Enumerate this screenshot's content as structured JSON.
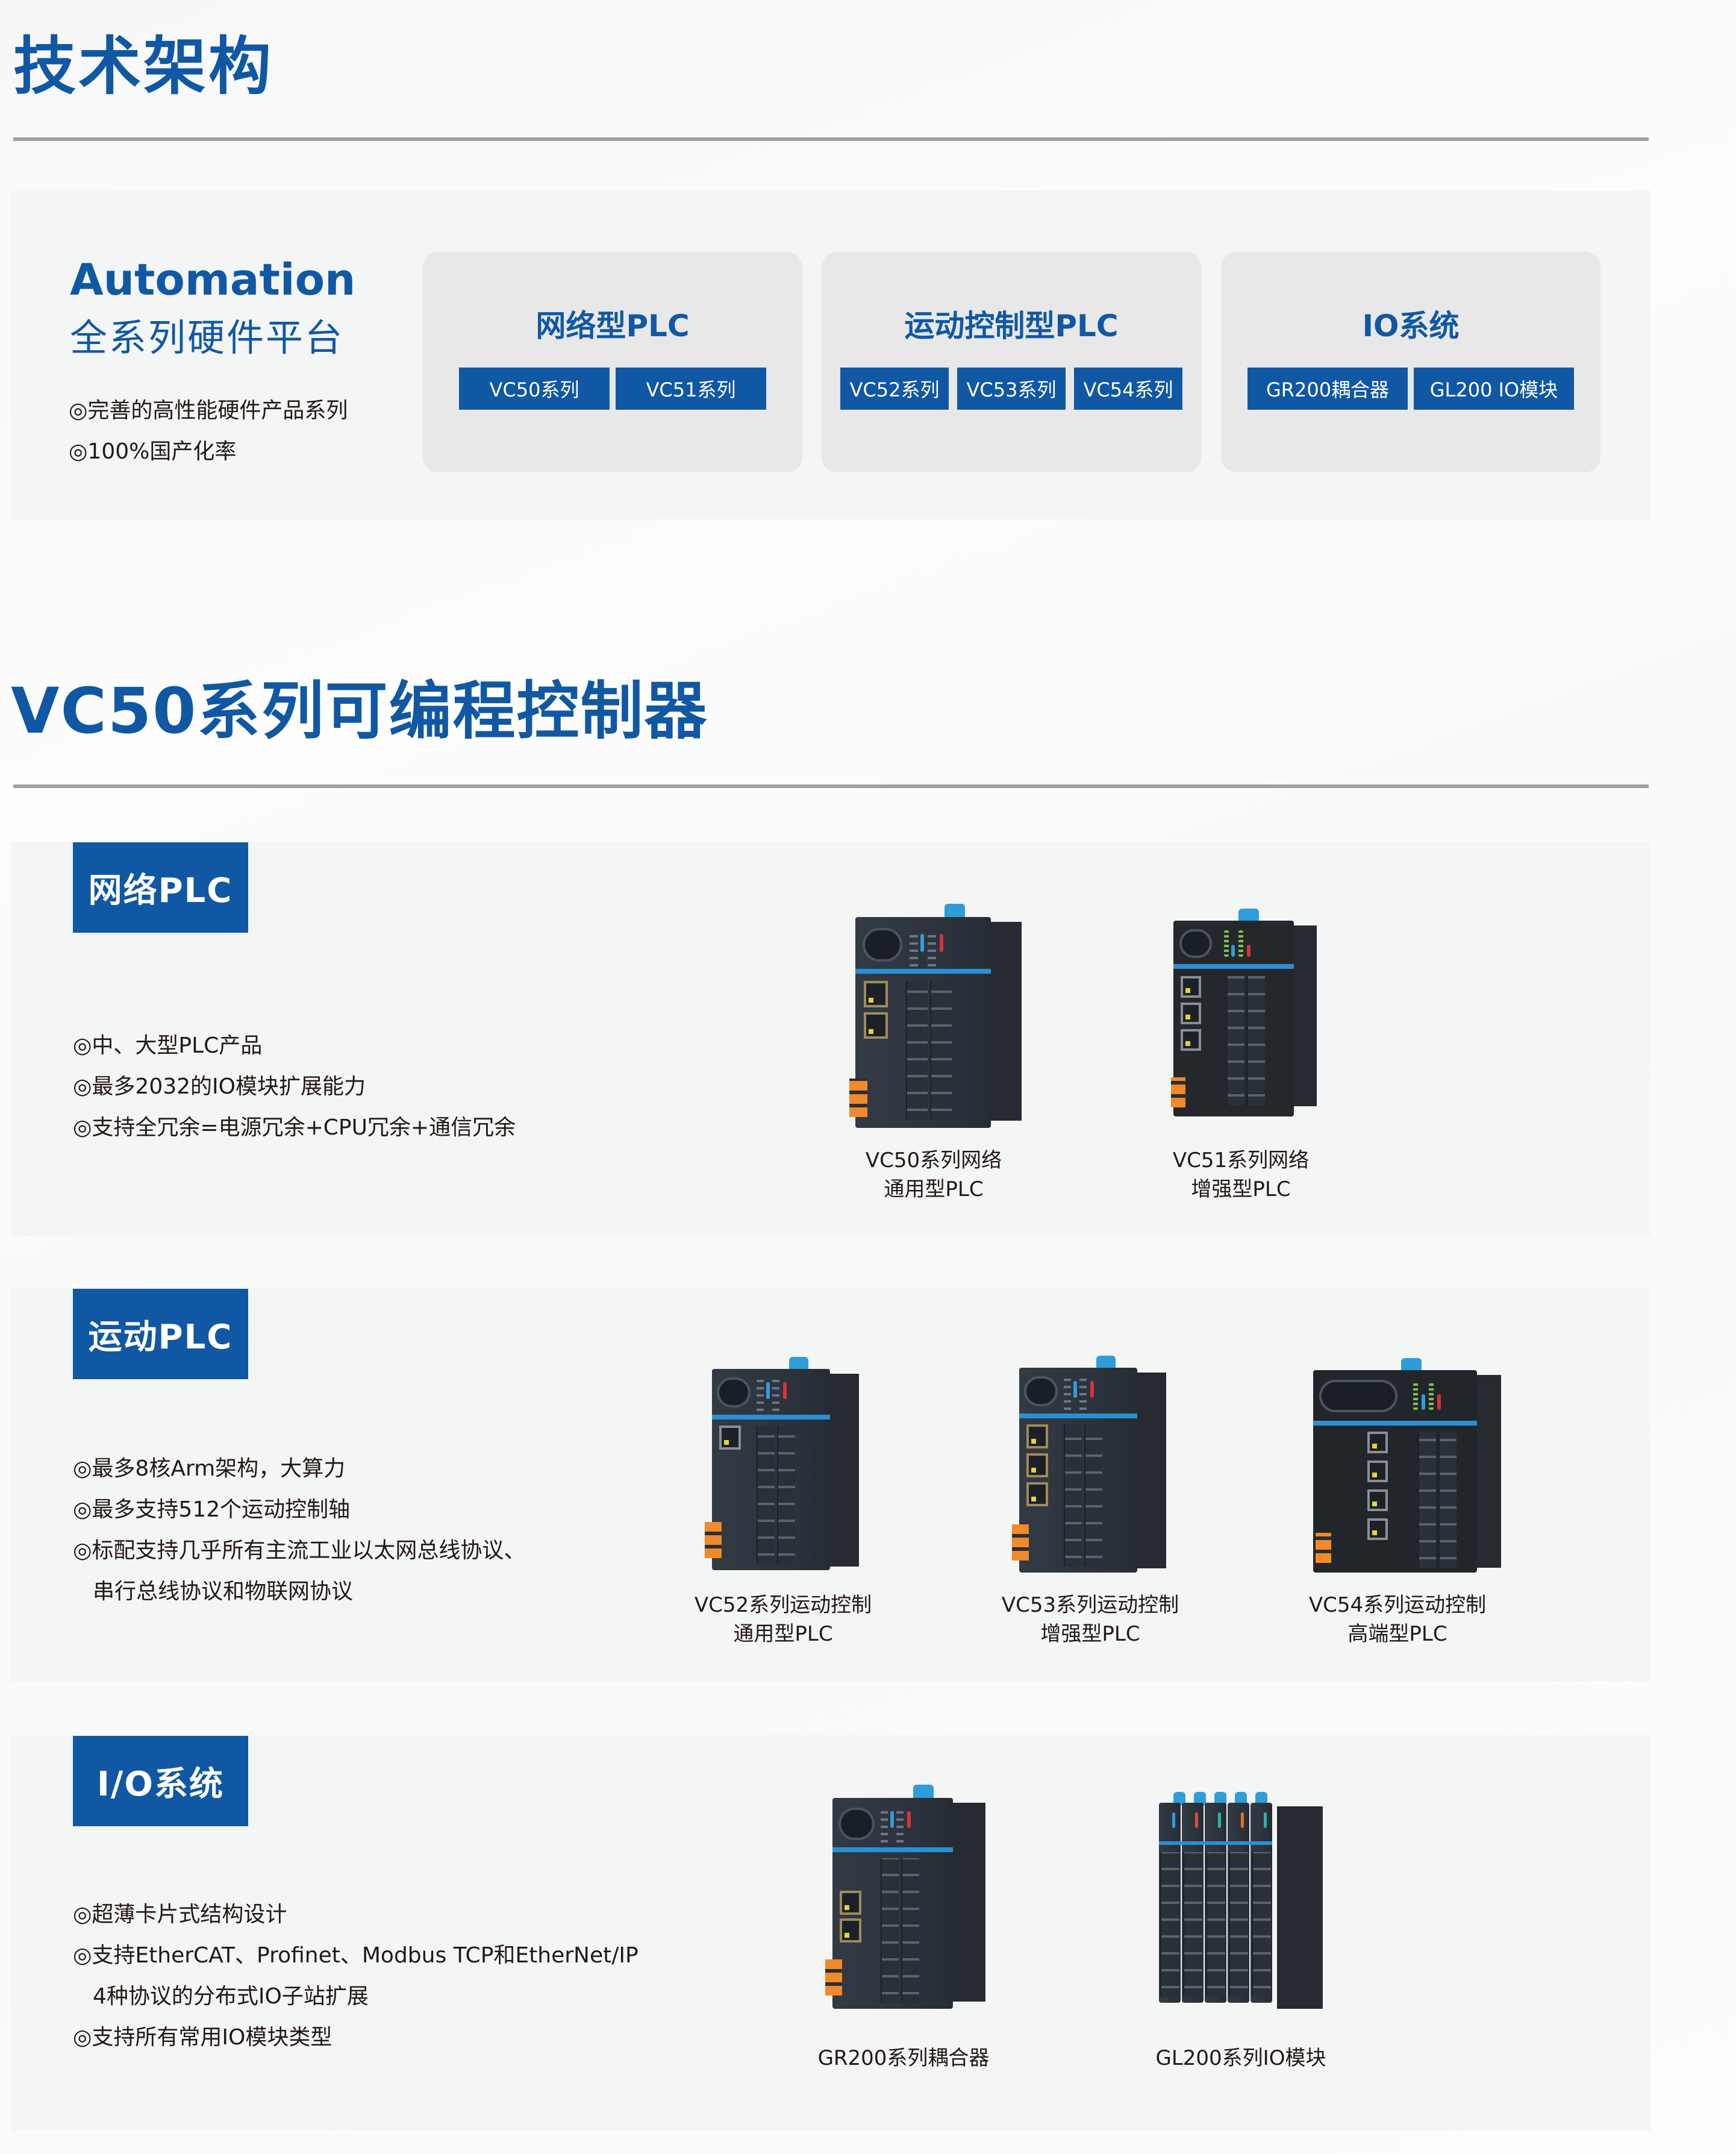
{
  "arch_section": {
    "title": "技术架构",
    "intro": {
      "heading_en": "Automation",
      "heading_cn": "全系列硬件平台",
      "bullets": [
        "◎完善的高性能硬件产品系列",
        "◎100%国产化率"
      ]
    },
    "cards": [
      {
        "title": "网络型PLC",
        "chips": [
          "VC50系列",
          "VC51系列"
        ]
      },
      {
        "title": "运动控制型PLC",
        "chips": [
          "VC52系列",
          "VC53系列",
          "VC54系列"
        ]
      },
      {
        "title": "IO系统",
        "chips": [
          "GR200耦合器",
          "GL200 IO模块"
        ]
      }
    ]
  },
  "series_section": {
    "title": "VC50系列可编程控制器",
    "groups": [
      {
        "tag": "网络PLC",
        "features": [
          "◎中、大型PLC产品",
          "◎最多2032的IO模块扩展能力",
          "◎支持全冗余=电源冗余+CPU冗余+通信冗余"
        ],
        "products": [
          {
            "line1": "VC50系列网络",
            "line2": "通用型PLC",
            "icon": "plc-device-icon"
          },
          {
            "line1": "VC51系列网络",
            "line2": "增强型PLC",
            "icon": "plc-device-icon"
          }
        ]
      },
      {
        "tag": "运动PLC",
        "features": [
          "◎最多8核Arm架构，大算力",
          "◎最多支持512个运动控制轴",
          "◎标配支持几乎所有主流工业以太网总线协议、",
          "串行总线协议和物联网协议"
        ],
        "products": [
          {
            "line1": "VC52系列运动控制",
            "line2": "通用型PLC",
            "icon": "plc-device-icon"
          },
          {
            "line1": "VC53系列运动控制",
            "line2": "增强型PLC",
            "icon": "plc-device-icon"
          },
          {
            "line1": "VC54系列运动控制",
            "line2": "高端型PLC",
            "icon": "plc-device-icon"
          }
        ]
      },
      {
        "tag": "I/O系统",
        "features": [
          "◎超薄卡片式结构设计",
          "◎支持EtherCAT、Profinet、Modbus TCP和EtherNet/IP",
          "4种协议的分布式IO子站扩展",
          "◎支持所有常用IO模块类型"
        ],
        "products": [
          {
            "line1": "GR200系列耦合器",
            "icon": "coupler-device-icon"
          },
          {
            "line1": "GL200系列IO模块",
            "icon": "io-module-device-icon"
          }
        ]
      }
    ]
  },
  "colors": {
    "brand_blue": "#1058a4",
    "panel_bg": "#f4f5f5",
    "card_bg": "#e8e8e8",
    "divider": "#a0a0a0",
    "text": "#231815"
  }
}
